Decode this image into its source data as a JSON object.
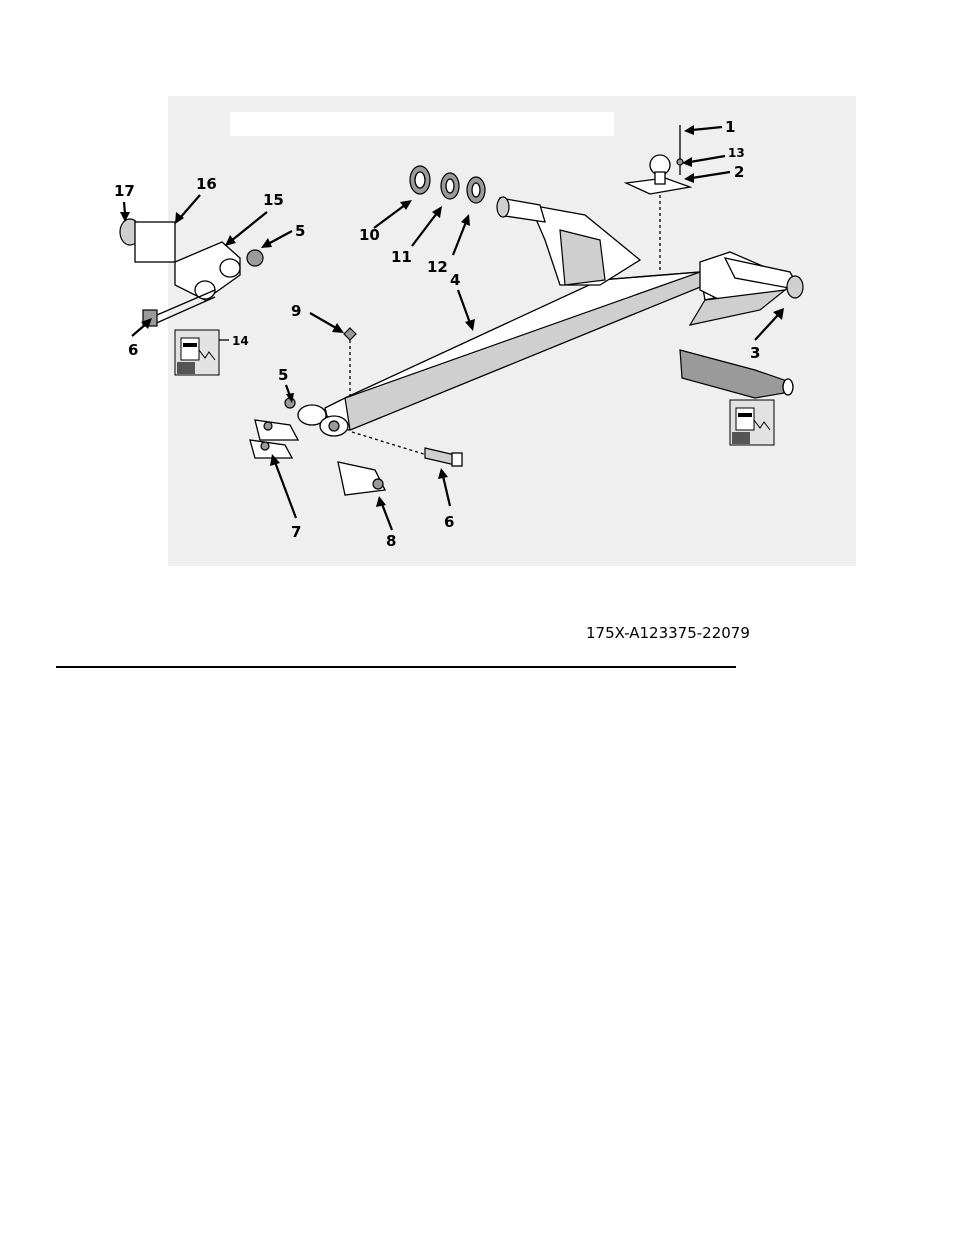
{
  "figure_id": "175X-A123375-22079",
  "callouts": [
    "1",
    "2",
    "3",
    "4",
    "5",
    "5",
    "6",
    "6",
    "7",
    "8",
    "9",
    "10",
    "11",
    "12",
    "13",
    "14",
    "15",
    "16",
    "17"
  ],
  "icons": [
    "welder-icon",
    "welder-icon"
  ]
}
